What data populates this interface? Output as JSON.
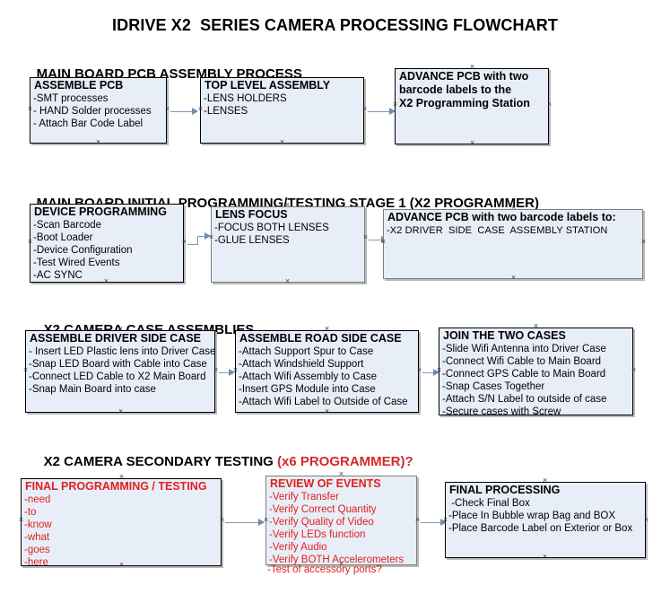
{
  "document": {
    "title": "IDRIVE X2  SERIES CAMERA PROCESSING FLOWCHART"
  },
  "colors": {
    "box_fill": "#e8eef7",
    "box_border": "#000000",
    "box_border_gray": "#7f7f7f",
    "connector": "#8099b8",
    "red_text": "#e02020",
    "black_text": "#000000"
  },
  "sections": [
    {
      "id": "main-board-pcb-assembly",
      "heading": "MAIN BOARD PCB ASSEMBLY PROCESS",
      "heading_red": "",
      "boxes": [
        {
          "id": "assemble-pcb",
          "title": "ASSEMBLE PCB",
          "lines": [
            "-SMT processes",
            "- HAND Solder processes",
            "- Attach Bar Code Label"
          ]
        },
        {
          "id": "top-level-assembly",
          "title": "TOP LEVEL ASSEMBLY",
          "lines": [
            "-LENS HOLDERS",
            "-LENSES"
          ]
        },
        {
          "id": "advance-pcb-x2-programming-station",
          "title": "ADVANCE PCB with two\nbarcode labels to the\n X2 Programming Station",
          "lines": []
        }
      ]
    },
    {
      "id": "main-board-initial-programming",
      "heading": "MAIN BOARD INITIAL PROGRAMMING/TESTING STAGE 1 (X2 PROGRAMMER)",
      "heading_red": "",
      "boxes": [
        {
          "id": "device-programming",
          "title": "DEVICE PROGRAMMING",
          "lines": [
            "-Scan Barcode",
            "-Boot Loader",
            "-Device Configuration",
            "-Test Wired Events",
            "-AC SYNC"
          ]
        },
        {
          "id": "lens-focus",
          "title": "LENS FOCUS",
          "lines": [
            "-FOCUS BOTH LENSES",
            "-GLUE LENSES"
          ]
        },
        {
          "id": "advance-pcb-driver-side-case",
          "title": "ADVANCE PCB with two barcode labels to:",
          "lines": [
            "-X2 DRIVER  SIDE  CASE  ASSEMBLY STATION"
          ]
        }
      ]
    },
    {
      "id": "x2-camera-case-assemblies",
      "heading": "X2 CAMERA CASE ASSEMBLIES",
      "heading_red": "",
      "boxes": [
        {
          "id": "assemble-driver-side-case",
          "title": "ASSEMBLE DRIVER SIDE CASE",
          "lines": [
            "- Insert LED Plastic lens into Driver Case",
            "-Snap LED Board with Cable into Case",
            "-Connect LED Cable to X2 Main Board",
            "-Snap Main Board into case"
          ]
        },
        {
          "id": "assemble-road-side-case",
          "title": "ASSEMBLE ROAD SIDE CASE",
          "lines": [
            "-Attach Support Spur to Case",
            "-Attach Windshield Support",
            "-Attach Wifi Assembly to Case",
            "-Insert GPS Module into Case",
            "-Attach Wifi Label to Outside of Case"
          ]
        },
        {
          "id": "join-the-two-cases",
          "title": "JOIN THE TWO CASES",
          "lines": [
            "-Slide Wifi Antenna into Driver Case",
            "-Connect Wifi Cable to Main Board",
            "-Connect GPS Cable to Main Board",
            "-Snap Cases Together",
            "-Attach S/N Label to outside of case",
            "-Secure cases with Screw"
          ]
        }
      ]
    },
    {
      "id": "x2-camera-secondary-testing",
      "heading": "X2 CAMERA SECONDARY TESTING ",
      "heading_red": "(x6 PROGRAMMER)?",
      "boxes": [
        {
          "id": "final-programming-testing",
          "title": "FINAL PROGRAMMING / TESTING",
          "lines": [
            "-need",
            "-to",
            "-know",
            "-what",
            "-goes",
            "-here"
          ]
        },
        {
          "id": "review-of-events",
          "title": "REVIEW OF EVENTS",
          "lines": [
            "-Verify Transfer",
            "-Verify Correct Quantity",
            "-Verify Quality of Video",
            "-Verify LEDs function",
            "-Verify Audio",
            "-Verify BOTH Accelerometers"
          ],
          "overflow_line": "-Test of accessory ports?"
        },
        {
          "id": "final-processing",
          "title": "FINAL PROCESSING",
          "lines": [
            " -Check Final Box",
            "-Place In Bubble wrap Bag and BOX",
            "-Place Barcode Label on Exterior or Box"
          ]
        }
      ]
    }
  ]
}
